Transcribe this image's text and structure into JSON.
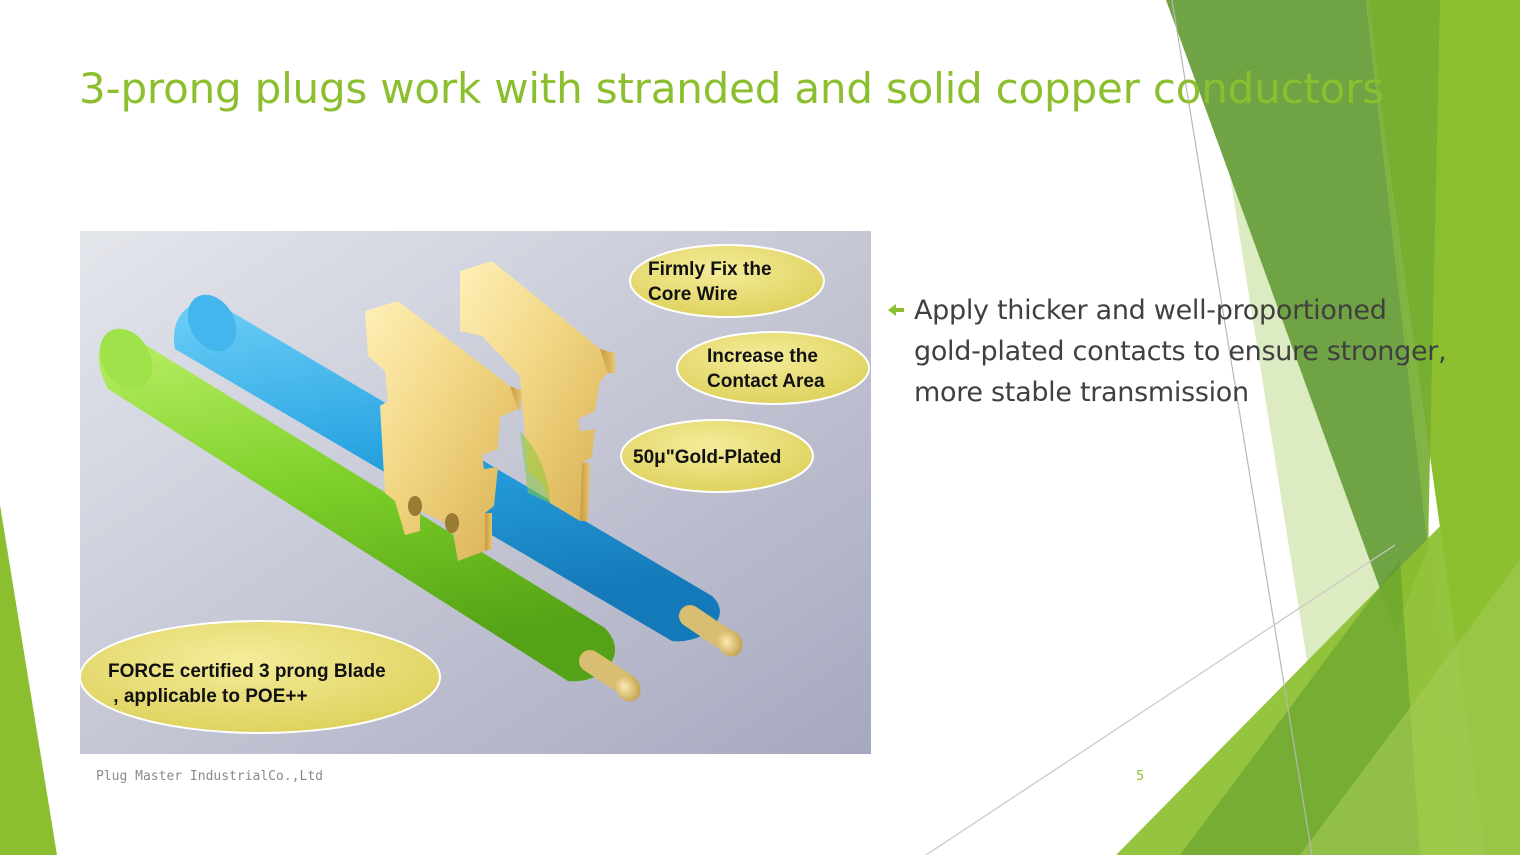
{
  "slide": {
    "title": "3-prong plugs work with stranded and solid copper conductors",
    "bullets": [
      {
        "text": "Apply thicker and well-proportioned gold-plated contacts to ensure stronger, more stable transmission",
        "icon": "arrow-left-bullet-icon"
      }
    ],
    "figure": {
      "callouts": [
        {
          "lines": [
            "Firmly Fix the",
            "Core Wire"
          ]
        },
        {
          "lines": [
            "Increase the",
            "Contact Area"
          ]
        },
        {
          "lines": [
            "50μ\"Gold-Plated"
          ]
        },
        {
          "lines": [
            "FORCE certified 3 prong Blade",
            " , applicable to POE++"
          ]
        }
      ]
    },
    "footer": "Plug Master IndustrialCo.,Ltd",
    "page_number": "5"
  },
  "colors": {
    "accent": "#8cbf2f",
    "body_text": "#404040",
    "footer_text": "#8a8a8a"
  }
}
